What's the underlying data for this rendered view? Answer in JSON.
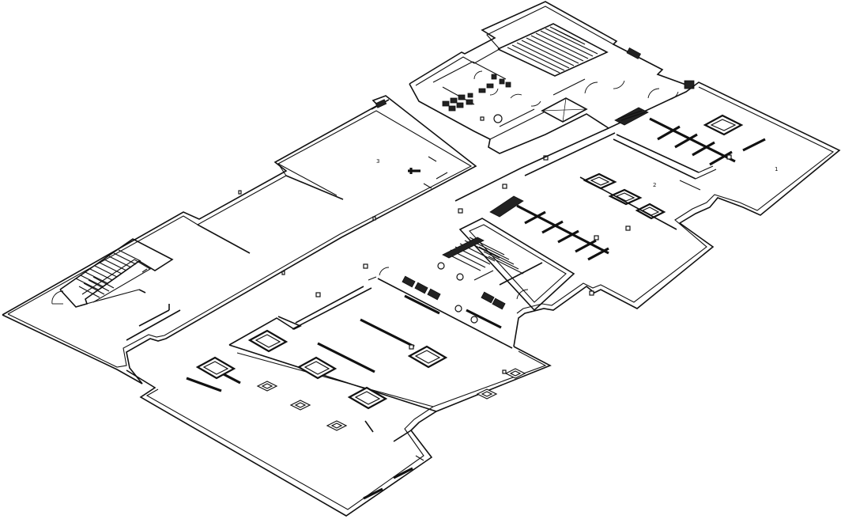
{
  "drawing": {
    "type": "isometric floor plan",
    "room_labels": [
      {
        "id": "room-1",
        "text": "1"
      },
      {
        "id": "room-2",
        "text": "2"
      },
      {
        "id": "room-3",
        "text": "3"
      }
    ]
  }
}
